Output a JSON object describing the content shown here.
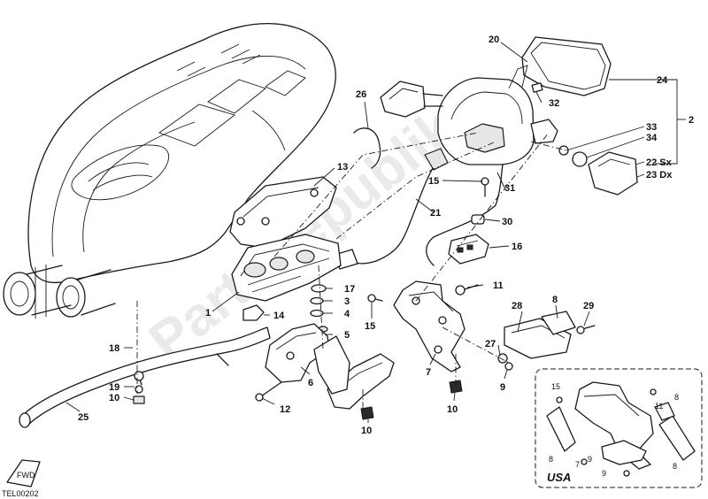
{
  "diagram": {
    "reference_code": "TEL00202",
    "inset_label": "USA",
    "watermark": "PartsRepublik",
    "fwd_label": "FWD",
    "callouts": [
      {
        "id": "c20",
        "label": "20"
      },
      {
        "id": "c24",
        "label": "24"
      },
      {
        "id": "c26",
        "label": "26"
      },
      {
        "id": "c32",
        "label": "32"
      },
      {
        "id": "c2",
        "label": "2"
      },
      {
        "id": "c33",
        "label": "33"
      },
      {
        "id": "c34",
        "label": "34"
      },
      {
        "id": "c22",
        "label": "22 Sx"
      },
      {
        "id": "c23",
        "label": "23 Dx"
      },
      {
        "id": "c13",
        "label": "13"
      },
      {
        "id": "c15a",
        "label": "15"
      },
      {
        "id": "c31",
        "label": "31"
      },
      {
        "id": "c21",
        "label": "21"
      },
      {
        "id": "c30",
        "label": "30"
      },
      {
        "id": "c16",
        "label": "16"
      },
      {
        "id": "c17",
        "label": "17"
      },
      {
        "id": "c11a",
        "label": "11"
      },
      {
        "id": "c1",
        "label": "1"
      },
      {
        "id": "c14",
        "label": "14"
      },
      {
        "id": "c3",
        "label": "3"
      },
      {
        "id": "c4",
        "label": "4"
      },
      {
        "id": "c15b",
        "label": "15"
      },
      {
        "id": "c28",
        "label": "28"
      },
      {
        "id": "c8a",
        "label": "8"
      },
      {
        "id": "c29",
        "label": "29"
      },
      {
        "id": "c5",
        "label": "5"
      },
      {
        "id": "c18",
        "label": "18"
      },
      {
        "id": "c27",
        "label": "27"
      },
      {
        "id": "c7",
        "label": "7"
      },
      {
        "id": "c9a",
        "label": "9"
      },
      {
        "id": "c6",
        "label": "6"
      },
      {
        "id": "c19",
        "label": "19"
      },
      {
        "id": "c10a",
        "label": "10"
      },
      {
        "id": "c10b",
        "label": "10"
      },
      {
        "id": "c12",
        "label": "12"
      },
      {
        "id": "c25",
        "label": "25"
      },
      {
        "id": "c10c",
        "label": "10"
      },
      {
        "id": "i15",
        "label": "15"
      },
      {
        "id": "i11",
        "label": "11"
      },
      {
        "id": "i8a",
        "label": "8"
      },
      {
        "id": "i8b",
        "label": "8"
      },
      {
        "id": "i8c",
        "label": "8"
      },
      {
        "id": "i9a",
        "label": "9"
      },
      {
        "id": "i9b",
        "label": "9"
      },
      {
        "id": "i7",
        "label": "7"
      }
    ]
  }
}
